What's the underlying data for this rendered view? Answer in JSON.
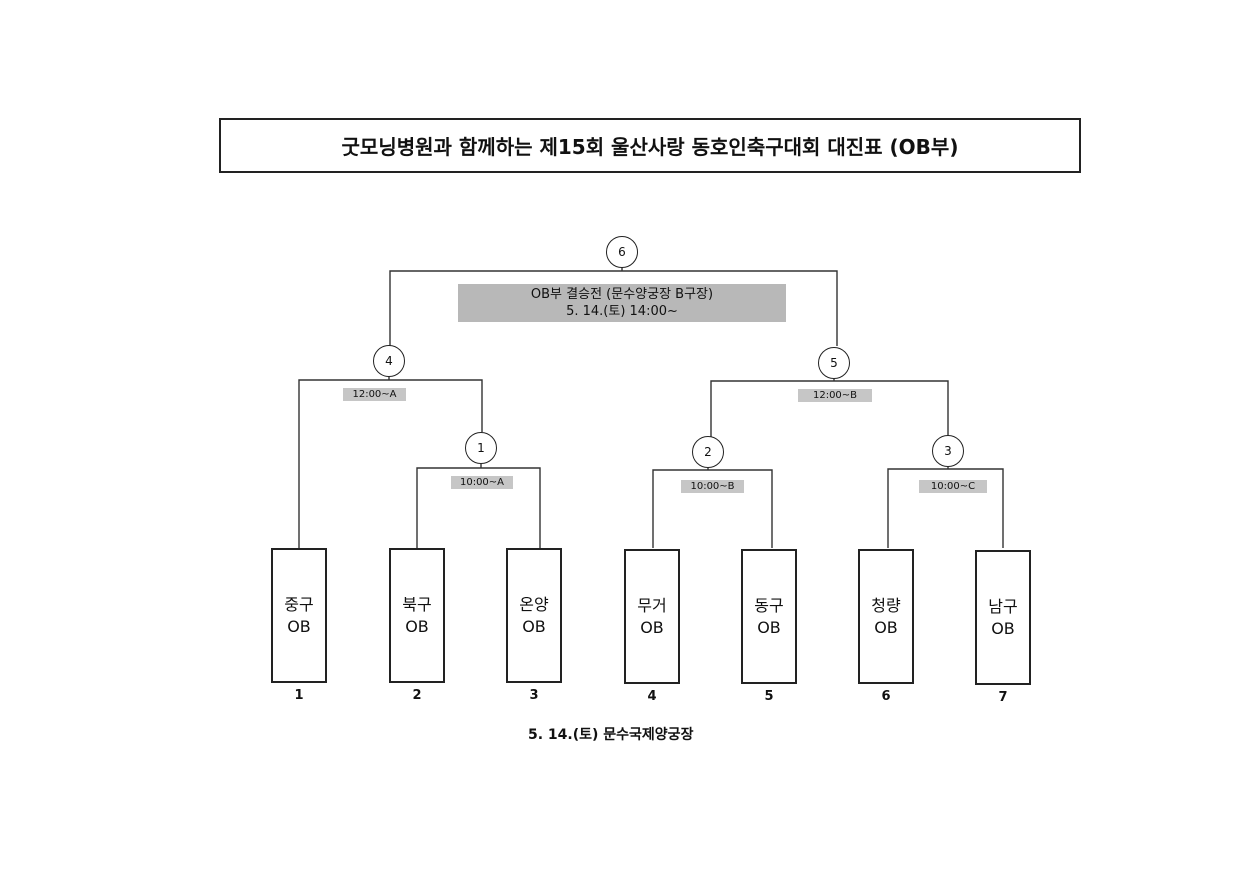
{
  "title": "굿모닝병원과 함께하는 제15회 울산사랑 동호인축구대회 대진표 (OB부)",
  "final": {
    "match_no": "6",
    "line1": "OB부 결승전 (문수양궁장 B구장)",
    "line2": "5. 14.(토) 14:00~"
  },
  "matches": [
    {
      "id": "m4",
      "match_no": "4",
      "time": "12:00~A"
    },
    {
      "id": "m5",
      "match_no": "5",
      "time": "12:00~B"
    },
    {
      "id": "m1",
      "match_no": "1",
      "time": "10:00~A"
    },
    {
      "id": "m2",
      "match_no": "2",
      "time": "10:00~B"
    },
    {
      "id": "m3",
      "match_no": "3",
      "time": "10:00~C"
    }
  ],
  "teams": [
    {
      "seed": "1",
      "name": "중구",
      "division": "OB"
    },
    {
      "seed": "2",
      "name": "북구",
      "division": "OB"
    },
    {
      "seed": "3",
      "name": "온양",
      "division": "OB"
    },
    {
      "seed": "4",
      "name": "무거",
      "division": "OB"
    },
    {
      "seed": "5",
      "name": "동구",
      "division": "OB"
    },
    {
      "seed": "6",
      "name": "청량",
      "division": "OB"
    },
    {
      "seed": "7",
      "name": "남구",
      "division": "OB"
    }
  ],
  "footer": "5. 14.(토) 문수국제양궁장"
}
